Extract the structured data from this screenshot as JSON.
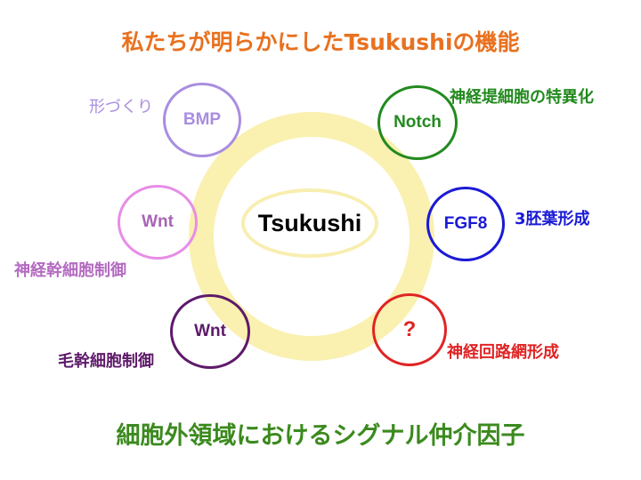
{
  "title": "私たちが明らかにしたTsukushiの機能",
  "center": "Tsukushi",
  "nodes": [
    {
      "label": "BMP",
      "function": "形づくり",
      "color": "#a98ee0"
    },
    {
      "label": "Notch",
      "function": "神経堤細胞の特異化",
      "color": "#228a1e"
    },
    {
      "label": "Wnt",
      "function": "神経幹細胞制御",
      "color": "#e78de6"
    },
    {
      "label": "FGF8",
      "function": "3胚葉形成",
      "color": "#1a1ad6"
    },
    {
      "label": "Wnt",
      "function": "毛幹細胞制御",
      "color": "#5e1a6a"
    },
    {
      "label": "?",
      "function": "神経回路網形成",
      "color": "#e02424"
    }
  ],
  "footer": "細胞外領域におけるシグナル仲介因子"
}
